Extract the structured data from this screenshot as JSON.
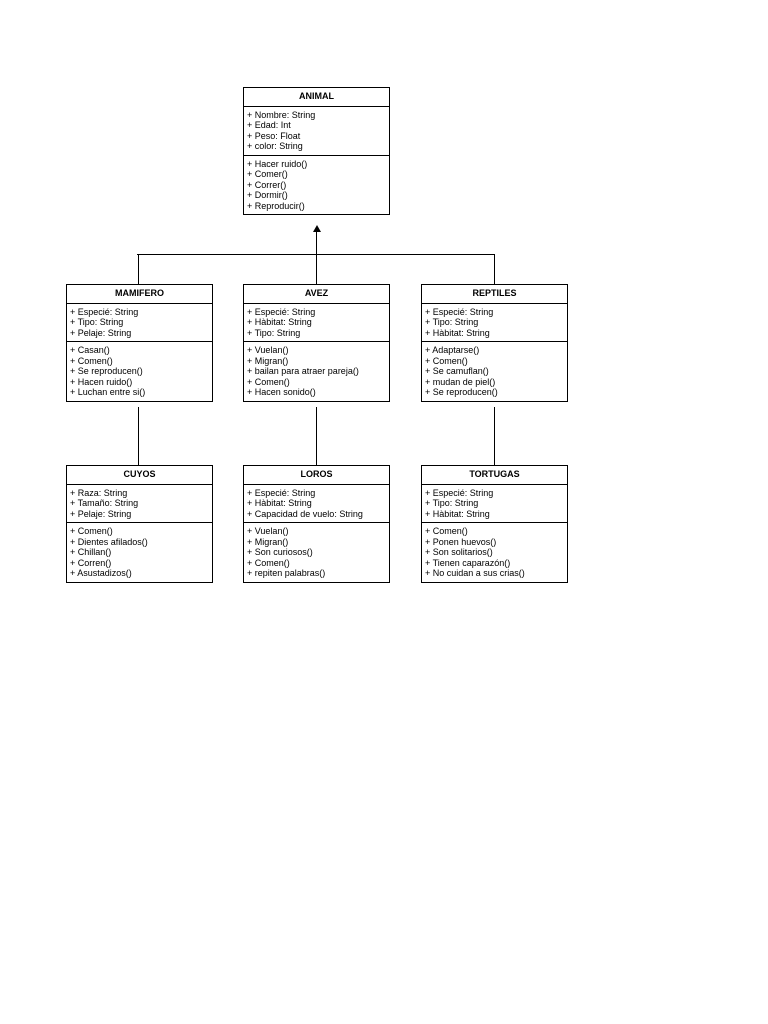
{
  "classes": {
    "animal": {
      "name": "ANIMAL",
      "attributes": [
        "+ Nombre: String",
        "+ Edad: Int",
        "+ Peso: Float",
        "+ color: String"
      ],
      "methods": [
        "+ Hacer ruido()",
        "+ Comer()",
        "+ Correr()",
        "+ Dormir()",
        "+ Reproducir()"
      ]
    },
    "mamifero": {
      "name": "MAMIFERO",
      "attributes": [
        "+ Especié: String",
        "+ Tipo: String",
        "+ Pelaje: String"
      ],
      "methods": [
        "+ Casan()",
        "+ Comen()",
        "+ Se reproducen()",
        "+ Hacen ruido()",
        "+ Luchan entre si()"
      ]
    },
    "avez": {
      "name": "AVEZ",
      "attributes": [
        "+ Especié: String",
        "+ Hàbitat: String",
        "+ Tipo: String"
      ],
      "methods": [
        "+ Vuelan()",
        "+ Migran()",
        "+ bailan para atraer pareja()",
        "+ Comen()",
        "+ Hacen sonido()"
      ]
    },
    "reptiles": {
      "name": "REPTILES",
      "attributes": [
        "+ Especié: String",
        "+ Tipo: String",
        "+ Hàbitat: String"
      ],
      "methods": [
        "+ Adaptarse()",
        "+ Comen()",
        "+ Se camuflan()",
        "+ mudan de piel()",
        "+ Se reproducen()"
      ]
    },
    "cuyos": {
      "name": "CUYOS",
      "attributes": [
        "+ Raza: String",
        "+ Tamaño: String",
        "+ Pelaje: String"
      ],
      "methods": [
        "+ Comen()",
        "+ Dientes afilados()",
        "+ Chillan()",
        "+ Corren()",
        "+ Asustadizos()"
      ]
    },
    "loros": {
      "name": "LOROS",
      "attributes": [
        "+ Especié: String",
        "+ Hàbitat: String",
        "+ Capacidad de vuelo: String"
      ],
      "methods": [
        "+ Vuelan()",
        "+ Migran()",
        "+ Son curiosos()",
        "+ Comen()",
        "+ repiten palabras()"
      ]
    },
    "tortugas": {
      "name": "TORTUGAS",
      "attributes": [
        "+ Especié: String",
        "+ Tipo: String",
        "+ Hàbitat: String"
      ],
      "methods": [
        "+ Comen()",
        "+ Ponen huevos()",
        "+ Son solitarios()",
        "+ Tienen caparazón()",
        "+ No cuidan a sus crias()"
      ]
    }
  }
}
